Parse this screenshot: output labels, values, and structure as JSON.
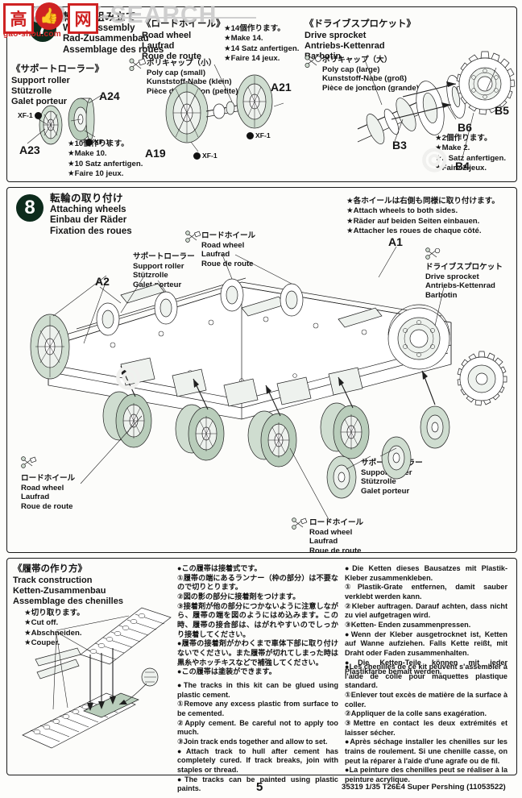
{
  "document": {
    "page_number": "5",
    "kit_code": "35319  1/35 T26E4 Super Pershing (11053522)",
    "watermark_hobby": "HOBBY-SEARCH",
    "watermark_cn_left": "高",
    "watermark_cn_right": "网",
    "watermark_cn_domain": "gao-shou.com"
  },
  "step7": {
    "number": "7",
    "title": {
      "jp": "転輪の組み立て",
      "en": "Wheel assembly",
      "de": "Rad-Zusammenbau",
      "fr": "Assemblage des roues"
    },
    "support_roller": {
      "jp": "《サポートローラー》",
      "en": "Support roller",
      "de": "Stützrolle",
      "fr": "Galet porteur"
    },
    "road_wheel": {
      "jp": "《ロードホイール》",
      "en": "Road wheel",
      "de": "Laufrad",
      "fr": "Roue de route"
    },
    "drive_sprocket": {
      "jp": "《ドライブスプロケット》",
      "en": "Drive sprocket",
      "de": "Antriebs-Kettenrad",
      "fr": "Barbotin"
    },
    "poly_cap_small": {
      "jp": "ポリキャップ（小）",
      "en": "Poly cap (small)",
      "de": "Kunststoff-Nabe (klein)",
      "fr": "Pièce de jonction (petite)"
    },
    "poly_cap_large": {
      "jp": "ポリキャップ（大）",
      "en": "Poly cap (large)",
      "de": "Kunststoff-Nabe (groß)",
      "fr": "Pièce de jonction (grande)"
    },
    "make_10": {
      "jp": "★10個作ります。",
      "en": "★Make 10.",
      "de": "★10 Satz anfertigen.",
      "fr": "★Faire 10 jeux."
    },
    "make_14": {
      "jp": "★14個作ります。",
      "en": "★Make 14.",
      "de": "★14 Satz anfertigen.",
      "fr": "★Faire 14 jeux."
    },
    "make_2": {
      "jp": "★2個作ります。",
      "en": "★Make 2.",
      "de": "★2 Satz anfertigen.",
      "fr": "★Faire 2 jeux."
    },
    "parts": {
      "a23": "A23",
      "a24": "A24",
      "a19": "A19",
      "a21": "A21",
      "b3": "B3",
      "b4": "B4",
      "b5": "B5",
      "b6": "B6"
    },
    "paint_code": "XF-1"
  },
  "step8": {
    "number": "8",
    "title": {
      "jp": "転輪の取り付け",
      "en": "Attaching wheels",
      "de": "Einbau der Räder",
      "fr": "Fixation des roues"
    },
    "both_sides": {
      "jp": "★各ホイールは右側も同様に取り付けます。",
      "en": "★Attach wheels to both sides.",
      "de": "★Räder auf beiden Seiten einbauen.",
      "fr": "★Attacher les roues de chaque côté."
    },
    "support_roller": {
      "jp": "サポートローラー",
      "en": "Support roller",
      "de": "Stützrolle",
      "fr": "Galet porteur"
    },
    "road_wheel": {
      "jp": "ロードホイール",
      "en": "Road wheel",
      "de": "Laufrad",
      "fr": "Roue de route"
    },
    "drive_sprocket": {
      "jp": "ドライブスプロケット",
      "en": "Drive sprocket",
      "de": "Antriebs-Kettenrad",
      "fr": "Barbotin"
    },
    "parts": {
      "a1": "A1",
      "a2": "A2"
    }
  },
  "track": {
    "title": {
      "jp": "《履帯の作り方》",
      "en": "Track construction",
      "de": "Ketten-Zusammenbau",
      "fr": "Assemblage des chenilles"
    },
    "cut_off": {
      "jp": "★切り取ります。",
      "en": "★Cut off.",
      "de": "★Abschneiden.",
      "fr": "★Couper."
    },
    "jp_text": [
      "●この履帯は接着式です。",
      "①履帯の端にあるランナー（枠の部分）は不要なので切りとります。",
      "②図の影の部分に接着剤をつけます。",
      "③接着剤が他の部分につかないように注意しながら、履帯の端を図のようにはめ込みます。この時、履帯の接合部は、はがれやすいのでしっかり接着してください。",
      "●履帯の接着剤がかわくまで車体下部に取り付けないでください。また履帯が切れてしまった時は黒糸やホッチキスなどで補強してください。",
      "●この履帯は塗装ができます。"
    ],
    "en_text": [
      "●The tracks in this kit can be glued using plastic cement.",
      "①Remove any excess plastic from surface to be cemented.",
      "②Apply cement. Be careful not to apply too much.",
      "③Join track ends together and allow to set.",
      "●Attach track to hull after cement has completely cured. If track breaks, join with staples or thread.",
      "●The tracks can be painted using plastic paints."
    ],
    "de_text": [
      "●Die Ketten dieses Bausatzes mit Plastik-Kleber zusammenkleben.",
      "①Plastik-Grate entfernen, damit sauber verklebt werden kann.",
      "②Kleber auftragen. Darauf achten, dass nicht zu viel aufgetragen wird.",
      "③Ketten- Enden zusammenpressen.",
      "●Wenn der Kleber ausgetrocknet ist, Ketten auf Wanne aufziehen. Falls Kette reißt, mit Draht oder Faden zusammenhalten.",
      "●Die Ketten-Teile können mit jeder Plastikfarbe bemalt werden."
    ],
    "fr_text": [
      "●Les chenilles de ce kit peuvent s'assembler à l'aide de colle pour maquettes plastique standard.",
      "①Enlever tout excès de matière de la surface à coller.",
      "②Appliquer de la colle sans exagération.",
      "③Mettre en contact les deux extrémités et laisser sécher.",
      "●Après séchage installer les chenilles sur les trains de roulement. Si une chenille casse, on peut la réparer à l'aide d'une agrafe ou de fil.",
      "●La peinture des chenilles peut se réaliser à la peinture acrylique."
    ]
  }
}
